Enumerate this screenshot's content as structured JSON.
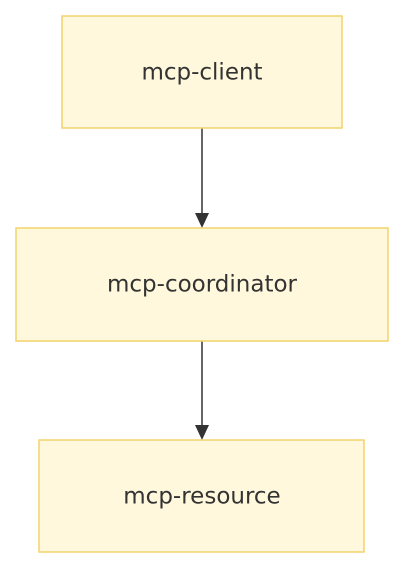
{
  "nodes": [
    {
      "id": "client",
      "label": "mcp-client"
    },
    {
      "id": "coordinator",
      "label": "mcp-coordinator"
    },
    {
      "id": "resource",
      "label": "mcp-resource"
    }
  ],
  "edges": [
    {
      "from": "mcp-client",
      "to": "mcp-coordinator"
    },
    {
      "from": "mcp-coordinator",
      "to": "mcp-resource"
    }
  ],
  "colors": {
    "node_fill": "#fff8dc",
    "node_border": "#f2d36b",
    "text": "#333333",
    "edge": "#333333"
  }
}
